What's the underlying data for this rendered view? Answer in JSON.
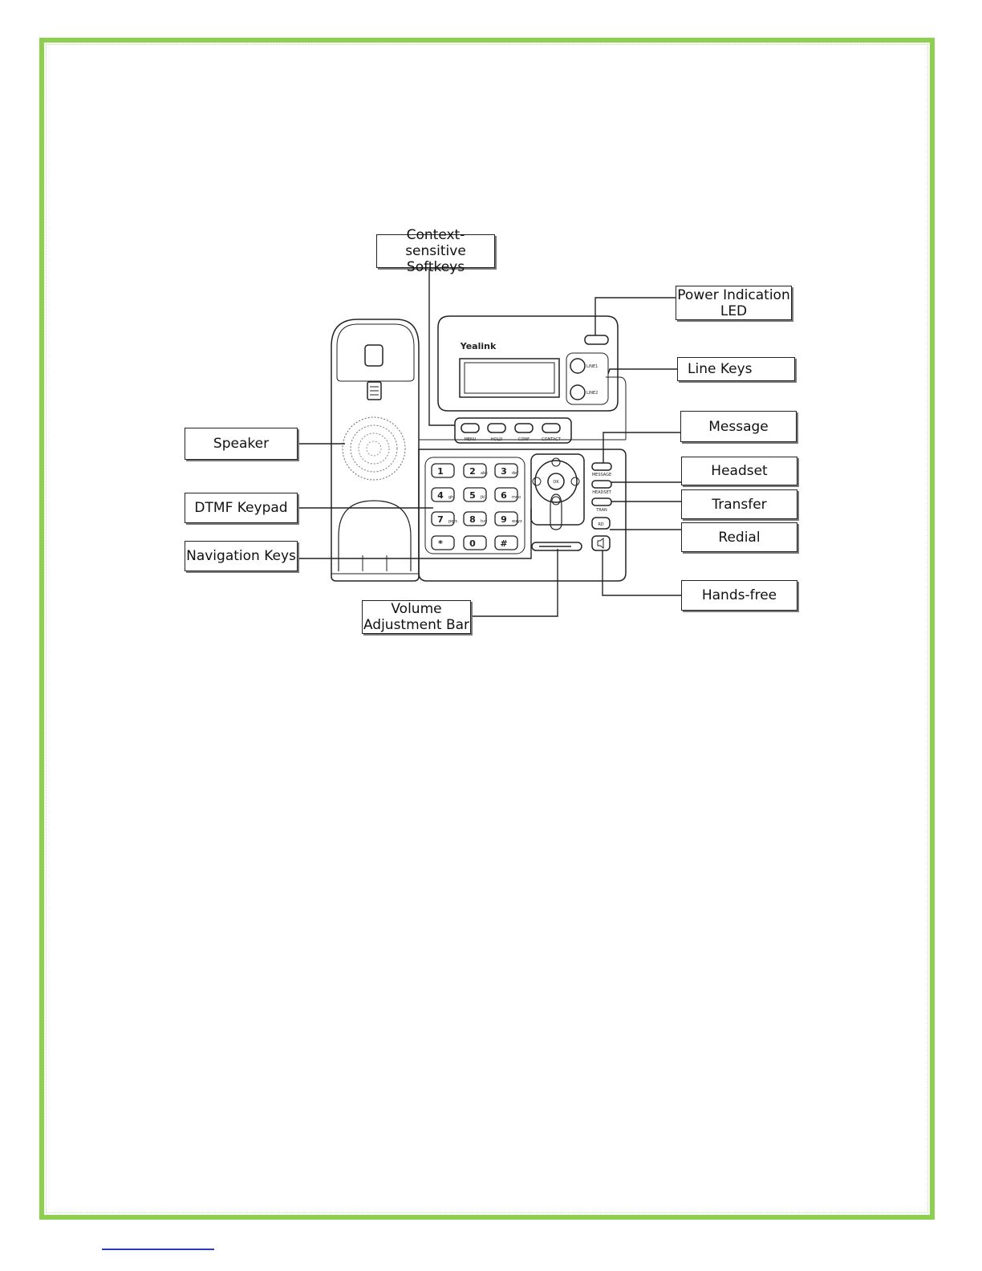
{
  "callouts": {
    "softkeys": "Context-sensitive\nSoftkeys",
    "power_led": "Power Indication\nLED",
    "line_keys": "Line Keys",
    "message": "Message",
    "speaker": "Speaker",
    "headset": "Headset",
    "transfer": "Transfer",
    "dtmf": "DTMF Keypad",
    "redial": "Redial",
    "navigation": "Navigation Keys",
    "hands_free": "Hands-free",
    "volume": "Volume\nAdjustment Bar"
  },
  "phone": {
    "brand": "Yealink",
    "softkey_labels": [
      "MENU",
      "HOLD",
      "CONF",
      "CONTACT"
    ],
    "line_labels": [
      "LINE1",
      "LINE2"
    ],
    "side_key_labels": [
      "MESSAGE",
      "HEADSET",
      "TRAN"
    ],
    "redial_label": "RD",
    "ok_label": "OK",
    "keypad": [
      "1",
      "2",
      "3",
      "4",
      "5",
      "6",
      "7",
      "8",
      "9",
      "*",
      "0",
      "#"
    ],
    "keypad_sub": [
      "",
      "abc",
      "def",
      "ghi",
      "jkl",
      "mno",
      "pqrs",
      "tuv",
      "wxyz",
      "",
      "",
      ""
    ]
  },
  "colors": {
    "frame": "#8dcf4e",
    "footer_link": "#2b3bbf"
  }
}
